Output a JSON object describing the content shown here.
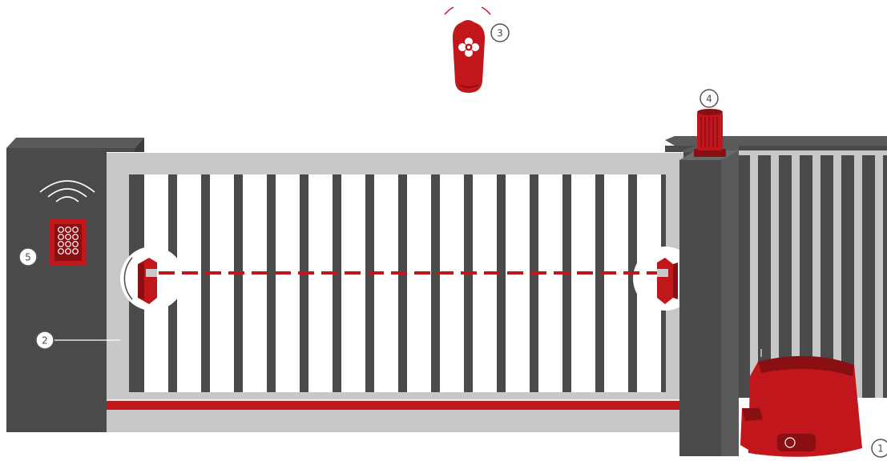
{
  "colors": {
    "pillar": "#4a4a4a",
    "pillar_top": "#5a5a5a",
    "frame": "#c8c8c8",
    "slat": "#ffffff",
    "accent": "#c0161c",
    "accent_dark": "#8a0f13",
    "badge_stroke": "#555555"
  },
  "icons": {
    "remote": "remote-control-icon",
    "keypad": "keypad-icon",
    "wireless": "wireless-signal-icon",
    "beacon": "warning-light-icon",
    "photocell": "photocell-icon",
    "motor": "gate-motor-icon"
  },
  "callouts": [
    {
      "id": "motor",
      "label": "1"
    },
    {
      "id": "gate",
      "label": "2"
    },
    {
      "id": "remote",
      "label": "3"
    },
    {
      "id": "beacon",
      "label": "4"
    },
    {
      "id": "keypad",
      "label": "5"
    }
  ]
}
